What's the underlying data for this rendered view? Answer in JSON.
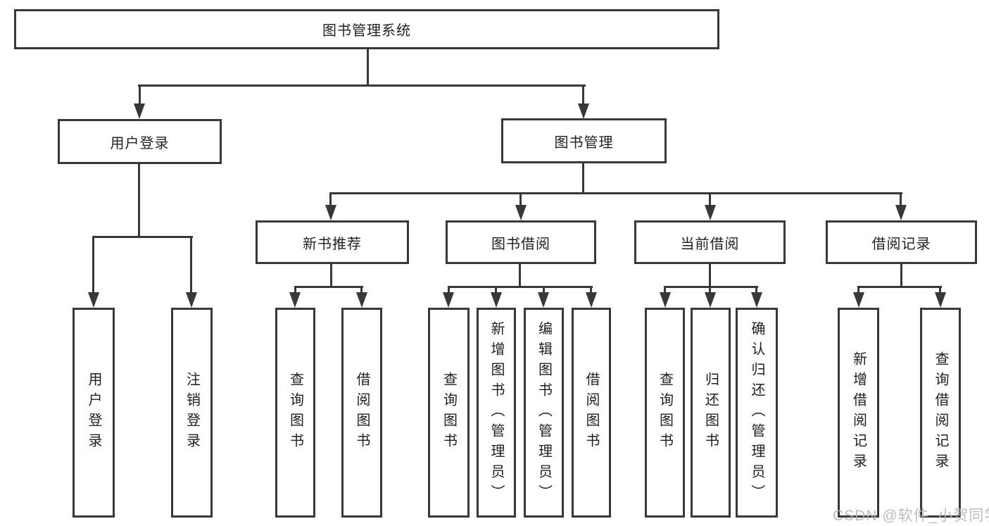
{
  "diagram": {
    "root": {
      "label": "图书管理系统"
    },
    "level1": [
      {
        "id": "user-login",
        "label": "用户登录"
      },
      {
        "id": "book-management",
        "label": "图书管理"
      }
    ],
    "level2": [
      {
        "id": "new-book-recommend",
        "label": "新书推荐",
        "parent": "图书管理"
      },
      {
        "id": "book-borrow",
        "label": "图书借阅",
        "parent": "图书管理"
      },
      {
        "id": "current-borrow",
        "label": "当前借阅",
        "parent": "图书管理"
      },
      {
        "id": "borrow-records",
        "label": "借阅记录",
        "parent": "图书管理"
      }
    ],
    "leaves": [
      {
        "label": "用户登录",
        "parent": "用户登录"
      },
      {
        "label": "注销登录",
        "parent": "用户登录"
      },
      {
        "label": "查询图书",
        "parent": "新书推荐"
      },
      {
        "label": "借阅图书",
        "parent": "新书推荐"
      },
      {
        "label": "查询图书",
        "parent": "图书借阅"
      },
      {
        "label": "新增图书（管理员）",
        "parent": "图书借阅"
      },
      {
        "label": "编辑图书（管理员）",
        "parent": "图书借阅"
      },
      {
        "label": "借阅图书",
        "parent": "图书借阅"
      },
      {
        "label": "查询图书",
        "parent": "当前借阅"
      },
      {
        "label": "归还图书",
        "parent": "当前借阅"
      },
      {
        "label": "确认归还（管理员）",
        "parent": "当前借阅"
      },
      {
        "label": "新增借阅记录",
        "parent": "借阅记录"
      },
      {
        "label": "查询借阅记录",
        "parent": "借阅记录"
      }
    ],
    "watermark": "CSDN @软件_小贺同学",
    "colors": {
      "line": "#383838",
      "text": "#1f1f1f",
      "background": "#ffffff",
      "watermark": "#b2b6bd"
    }
  }
}
